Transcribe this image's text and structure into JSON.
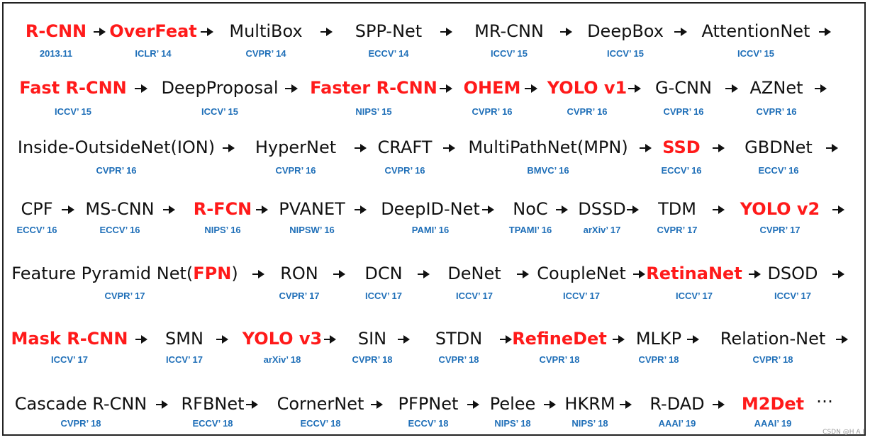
{
  "rows": [
    {
      "items": [
        {
          "name": "R-CNN",
          "venue": "2013.11",
          "hl": true
        },
        {
          "name": "OverFeat",
          "venue": "ICLR’ 14",
          "hl": true
        },
        {
          "name": "MultiBox",
          "venue": "CVPR’ 14",
          "hl": false
        },
        {
          "name": "SPP-Net",
          "venue": "ECCV’ 14",
          "hl": false
        },
        {
          "name": "MR-CNN",
          "venue": "ICCV’ 15",
          "hl": false
        },
        {
          "name": "DeepBox",
          "venue": "ICCV’ 15",
          "hl": false
        },
        {
          "name": "AttentionNet",
          "venue": "ICCV’ 15",
          "hl": false
        }
      ]
    },
    {
      "items": [
        {
          "name": "Fast R-CNN",
          "venue": "ICCV’ 15",
          "hl": true
        },
        {
          "name": "DeepProposal",
          "venue": "ICCV’ 15",
          "hl": false
        },
        {
          "name": "Faster R-CNN",
          "venue": "NIPS’ 15",
          "hl": true
        },
        {
          "name": "OHEM",
          "venue": "CVPR’ 16",
          "hl": true
        },
        {
          "name": "YOLO v1",
          "venue": "CVPR’ 16",
          "hl": true
        },
        {
          "name": "G-CNN",
          "venue": "CVPR’ 16",
          "hl": false
        },
        {
          "name": "AZNet",
          "venue": "CVPR’ 16",
          "hl": false
        }
      ]
    },
    {
      "items": [
        {
          "name": "Inside-OutsideNet(ION)",
          "venue": "CVPR’ 16",
          "hl": false
        },
        {
          "name": "HyperNet",
          "venue": "CVPR’ 16",
          "hl": false
        },
        {
          "name": "CRAFT",
          "venue": "CVPR’ 16",
          "hl": false
        },
        {
          "name": "MultiPathNet(MPN)",
          "venue": "BMVC’ 16",
          "hl": false
        },
        {
          "name": "SSD",
          "venue": "ECCV’ 16",
          "hl": true
        },
        {
          "name": "GBDNet",
          "venue": "ECCV’ 16",
          "hl": false
        }
      ]
    },
    {
      "items": [
        {
          "name": "CPF",
          "venue": "ECCV’ 16",
          "hl": false
        },
        {
          "name": "MS-CNN",
          "venue": "ECCV’ 16",
          "hl": false
        },
        {
          "name": "R-FCN",
          "venue": "NIPS’ 16",
          "hl": true
        },
        {
          "name": "PVANET",
          "venue": "NIPSW’ 16",
          "hl": false
        },
        {
          "name": "DeepID-Net",
          "venue": "PAMI’ 16",
          "hl": false
        },
        {
          "name": "NoC",
          "venue": "TPAMI’ 16",
          "hl": false
        },
        {
          "name": "DSSD",
          "venue": "arXiv’ 17",
          "hl": false
        },
        {
          "name": "TDM",
          "venue": "CVPR’ 17",
          "hl": false
        },
        {
          "name": "YOLO v2",
          "venue": "CVPR’ 17",
          "hl": true
        }
      ]
    },
    {
      "items": [
        {
          "name_prefix": "Feature Pyramid Net(",
          "name_highlight": "FPN",
          "name_suffix": ")",
          "venue": "CVPR’ 17",
          "hl": false
        },
        {
          "name": "RON",
          "venue": "CVPR’ 17",
          "hl": false
        },
        {
          "name": "DCN",
          "venue": "ICCV’ 17",
          "hl": false
        },
        {
          "name": "DeNet",
          "venue": "ICCV’ 17",
          "hl": false
        },
        {
          "name": "CoupleNet",
          "venue": "ICCV’ 17",
          "hl": false
        },
        {
          "name": "RetinaNet",
          "venue": "ICCV’ 17",
          "hl": true
        },
        {
          "name": "DSOD",
          "venue": "ICCV’ 17",
          "hl": false
        }
      ]
    },
    {
      "items": [
        {
          "name": "Mask R-CNN",
          "venue": "ICCV’ 17",
          "hl": true
        },
        {
          "name": "SMN",
          "venue": "ICCV’ 17",
          "hl": false
        },
        {
          "name": "YOLO v3",
          "venue": "arXiv’ 18",
          "hl": true
        },
        {
          "name": "SIN",
          "venue": "CVPR’ 18",
          "hl": false
        },
        {
          "name": "STDN",
          "venue": "CVPR’ 18",
          "hl": false
        },
        {
          "name": "RefineDet",
          "venue": "CVPR’ 18",
          "hl": true
        },
        {
          "name": "MLKP",
          "venue": "CVPR’ 18",
          "hl": false
        },
        {
          "name": "Relation-Net",
          "venue": "CVPR’ 18",
          "hl": false
        }
      ]
    },
    {
      "items": [
        {
          "name": "Cascade R-CNN",
          "venue": "CVPR’ 18",
          "hl": false
        },
        {
          "name": "RFBNet",
          "venue": "ECCV’ 18",
          "hl": false
        },
        {
          "name": "CornerNet",
          "venue": "ECCV’ 18",
          "hl": false
        },
        {
          "name": "PFPNet",
          "venue": "ECCV’ 18",
          "hl": false
        },
        {
          "name": "Pelee",
          "venue": "NIPS’ 18",
          "hl": false
        },
        {
          "name": "HKRM",
          "venue": "NIPS’ 18",
          "hl": false
        },
        {
          "name": "R-DAD",
          "venue": "AAAI’ 19",
          "hl": false
        },
        {
          "name": "M2Det",
          "venue": "AAAI’ 19",
          "hl": true
        }
      ]
    }
  ],
  "ellipsis": "…",
  "watermark": "CSDN @H A I",
  "colors": {
    "highlight": "#ff1a1a",
    "venue": "#1f6fb8",
    "text": "#111111"
  }
}
